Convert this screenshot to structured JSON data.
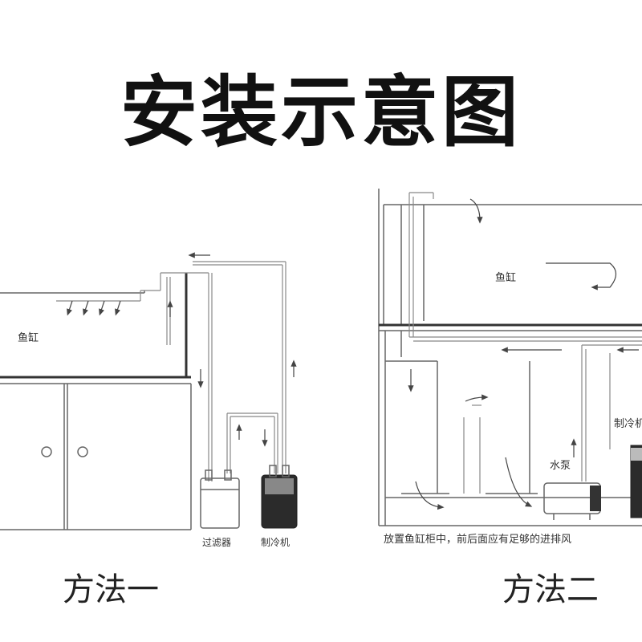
{
  "title": "安装示意图",
  "method1": {
    "caption": "方法一",
    "tank_label": "鱼缸",
    "filter_label": "过滤器",
    "chiller_label": "制冷机"
  },
  "method2": {
    "caption": "方法二",
    "tank_label": "鱼缸",
    "pump_label": "水泵",
    "chiller_label": "制冷机",
    "note": "放置鱼缸柜中，前后面应有足够的进排风"
  }
}
